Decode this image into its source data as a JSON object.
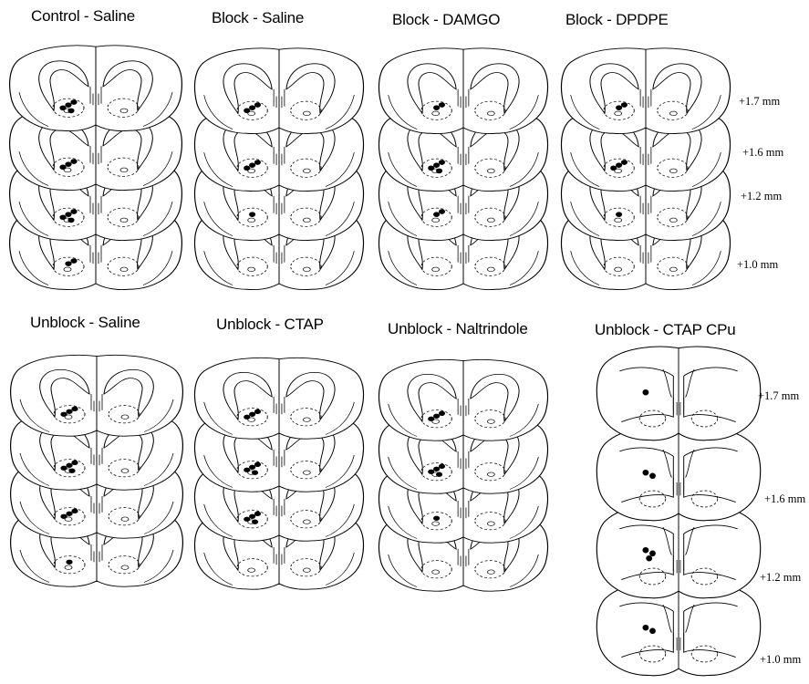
{
  "panels": [
    {
      "id": "control-saline",
      "title": "Control - Saline",
      "type": "nacc",
      "levels": [
        "+1.7 mm",
        "+1.6 mm",
        "+1.2 mm",
        "+1.0 mm"
      ],
      "site_counts": [
        4,
        3,
        4,
        2
      ]
    },
    {
      "id": "block-saline",
      "title": "Block - Saline",
      "type": "nacc",
      "levels": [],
      "site_counts": [
        3,
        3,
        1,
        0
      ]
    },
    {
      "id": "block-damgo",
      "title": "Block - DAMGO",
      "type": "nacc",
      "levels": [],
      "site_counts": [
        2,
        4,
        2,
        0
      ]
    },
    {
      "id": "block-dpdpe",
      "title": "Block - DPDPE",
      "type": "nacc",
      "levels": [
        "+1.7 mm",
        "+1.6 mm",
        "+1.2 mm",
        "+1.0 mm"
      ],
      "site_counts": [
        2,
        3,
        1,
        0
      ]
    },
    {
      "id": "unblock-saline",
      "title": "Unblock - Saline",
      "type": "nacc",
      "levels": [],
      "site_counts": [
        3,
        4,
        3,
        1
      ]
    },
    {
      "id": "unblock-ctap",
      "title": "Unblock - CTAP",
      "type": "nacc",
      "levels": [],
      "site_counts": [
        3,
        4,
        4,
        0
      ]
    },
    {
      "id": "unblock-naltrindole",
      "title": "Unblock - Naltrindole",
      "type": "nacc",
      "levels": [],
      "site_counts": [
        3,
        4,
        1,
        0
      ]
    },
    {
      "id": "unblock-ctap-cpu",
      "title": "Unblock - CTAP CPu",
      "type": "cpu",
      "levels": [
        "+1.7 mm",
        "+1.6 mm",
        "+1.2 mm",
        "+1.0 mm"
      ],
      "site_counts": [
        1,
        2,
        3,
        2
      ]
    }
  ],
  "colors": {
    "ink": "#000000",
    "paper": "#ffffff"
  }
}
